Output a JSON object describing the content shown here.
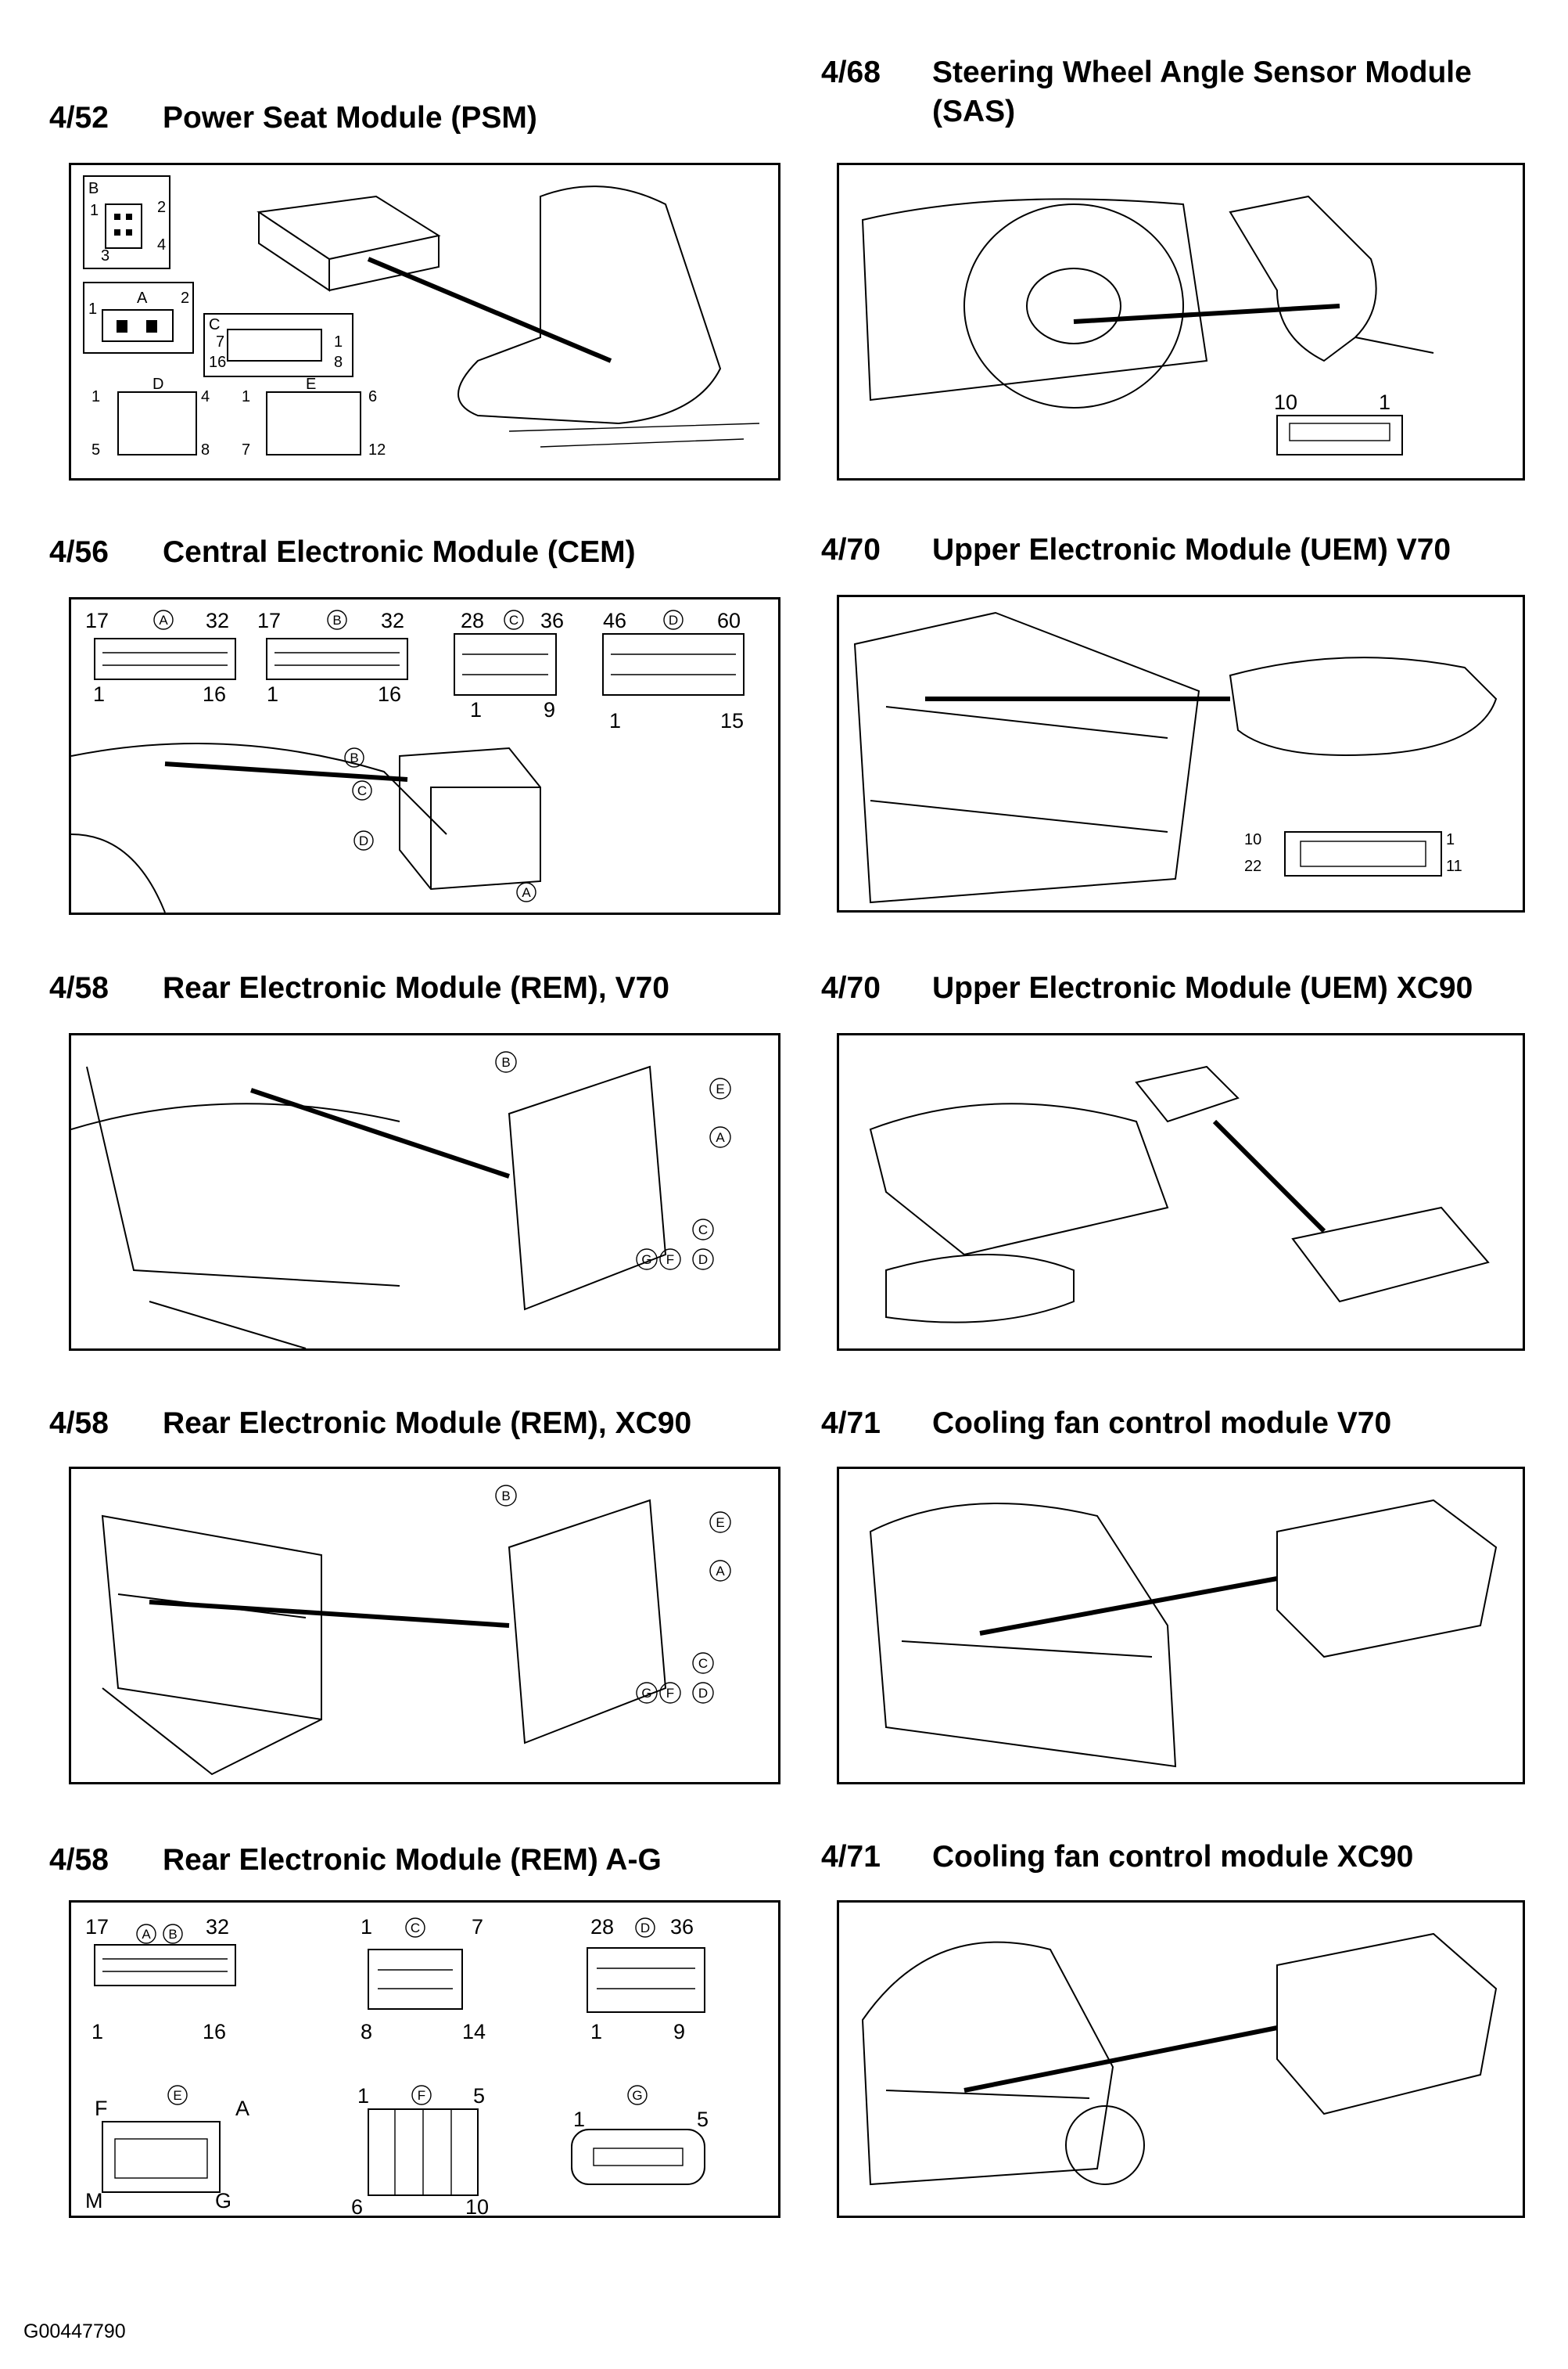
{
  "panels": {
    "psm": {
      "number": "4/52",
      "title": "Power Seat Module (PSM)",
      "labels": {
        "b": "B",
        "a": "A",
        "c": "C",
        "d": "D",
        "e": "E",
        "n1": "1",
        "n2": "2",
        "n3": "3",
        "n4": "4",
        "n5": "5",
        "n6": "6",
        "n7": "7",
        "n8": "8",
        "n12": "12",
        "n16": "16"
      }
    },
    "sas": {
      "number": "4/68",
      "title_line1": "Steering Wheel Angle Sensor Module",
      "title_line2": "(SAS)",
      "labels": {
        "p10": "10",
        "p1": "1"
      }
    },
    "cem": {
      "number": "4/56",
      "title": "Central Electronic Module (CEM)",
      "labels": {
        "a": "A",
        "b": "B",
        "c": "C",
        "d": "D",
        "n17": "17",
        "n32": "32",
        "n1": "1",
        "n16": "16",
        "n28": "28",
        "n36": "36",
        "n9": "9",
        "n46": "46",
        "n60": "60",
        "n15": "15"
      }
    },
    "uem_v70": {
      "number": "4/70",
      "title": "Upper Electronic Module (UEM) V70",
      "labels": {
        "n10": "10",
        "n1": "1",
        "n22": "22",
        "n11": "11"
      }
    },
    "rem_v70": {
      "number": "4/58",
      "title": "Rear Electronic Module (REM), V70",
      "labels": {
        "a": "A",
        "b": "B",
        "c": "C",
        "d": "D",
        "e": "E",
        "f": "F",
        "g": "G"
      }
    },
    "uem_xc90": {
      "number": "4/70",
      "title": "Upper Electronic Module (UEM) XC90"
    },
    "rem_xc90": {
      "number": "4/58",
      "title": "Rear Electronic Module (REM), XC90",
      "labels": {
        "a": "A",
        "b": "B",
        "c": "C",
        "d": "D",
        "e": "E",
        "f": "F",
        "g": "G"
      }
    },
    "fan_v70": {
      "number": "4/71",
      "title": "Cooling fan control module V70"
    },
    "rem_ag": {
      "number": "4/58",
      "title": "Rear Electronic Module (REM) A-G",
      "labels": {
        "a": "A",
        "b": "B",
        "c": "C",
        "d": "D",
        "e": "E",
        "f": "F",
        "g": "G",
        "m": "M",
        "n17": "17",
        "n32": "32",
        "n1": "1",
        "n16": "16",
        "n7": "7",
        "n8": "8",
        "n14": "14",
        "n28": "28",
        "n36": "36",
        "n9": "9",
        "n5": "5",
        "n6": "6",
        "n10": "10"
      }
    },
    "fan_xc90": {
      "number": "4/71",
      "title": "Cooling fan control module XC90"
    }
  },
  "footer": {
    "figure_id": "G00447790"
  }
}
